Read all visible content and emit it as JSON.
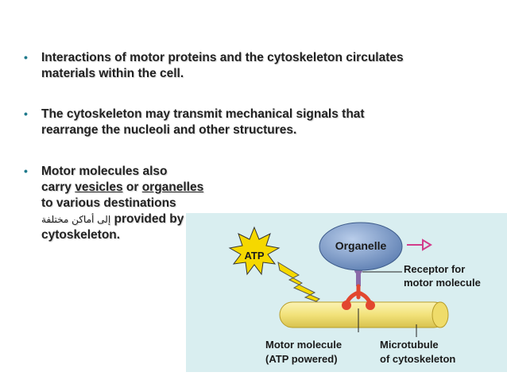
{
  "bullets": [
    {
      "line1": "Interactions of motor proteins and the cytoskeleton circulates",
      "line2": "materials within the cell."
    },
    {
      "line1": "The cytoskeleton may transmit mechanical signals that",
      "line2": "rearrange the nucleoli and other structures."
    },
    {
      "line1": "Motor molecules also",
      "line2_a": "carry ",
      "line2_vesicles": "vesicles",
      "line2_b": " or ",
      "line2_organelles": "organelles",
      "line3": "to various destinations",
      "line4_arabic": "إلى أماكن مختلفة",
      "line4_rest": " provided by the",
      "line5": "cytoskeleton."
    }
  ],
  "bullet_glyph": "•",
  "figure": {
    "atp": "ATP",
    "organelle": "Organelle",
    "receptor_line1": "Receptor for",
    "receptor_line2": "motor molecule",
    "motor_line1": "Motor molecule",
    "motor_line2": "(ATP powered)",
    "microtubule_line1": "Microtubule",
    "microtubule_line2": "of cytoskeleton"
  },
  "colors": {
    "accent": "#1f7a8c",
    "text": "#222222",
    "figure_bg": "#d9eef0",
    "organelle": "#7b9bc6",
    "microtubule": "#f2e27a",
    "motor": "#e2472f",
    "lightning": "#f5d800"
  }
}
